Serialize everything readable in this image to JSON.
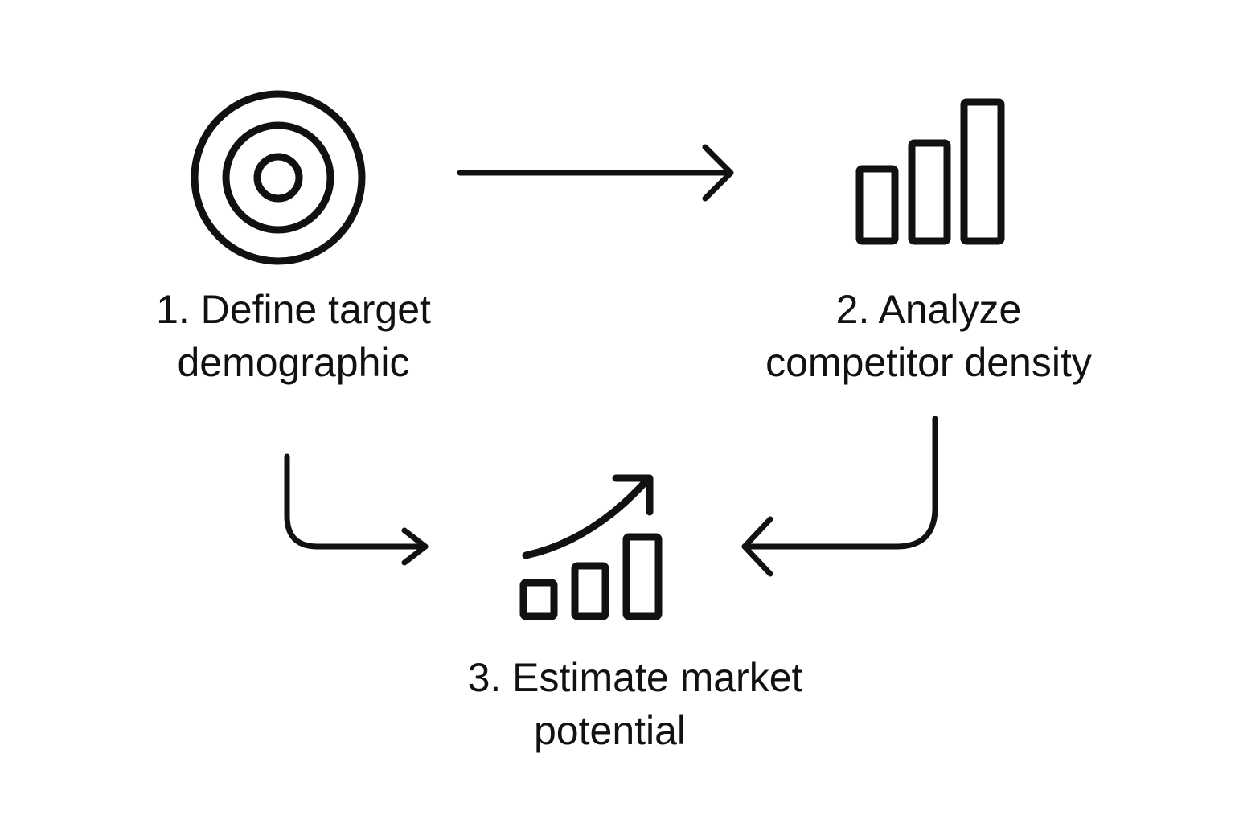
{
  "colors": {
    "background": "#ffffff",
    "ink": "#111111"
  },
  "steps": [
    {
      "icon": "target-icon",
      "lines": [
        "1. Define target",
        "demographic"
      ]
    },
    {
      "icon": "bar-chart-icon",
      "lines": [
        "2. Analyze",
        "competitor density"
      ]
    },
    {
      "icon": "growth-chart-icon",
      "lines": [
        "3. Estimate market",
        "potential"
      ]
    }
  ],
  "connectors": [
    {
      "from": "step-1",
      "to": "step-2",
      "icon": "arrow-right-icon"
    },
    {
      "from": "step-1",
      "to": "step-3",
      "icon": "arrow-down-right-icon"
    },
    {
      "from": "step-2",
      "to": "step-3",
      "icon": "arrow-down-left-icon"
    }
  ]
}
